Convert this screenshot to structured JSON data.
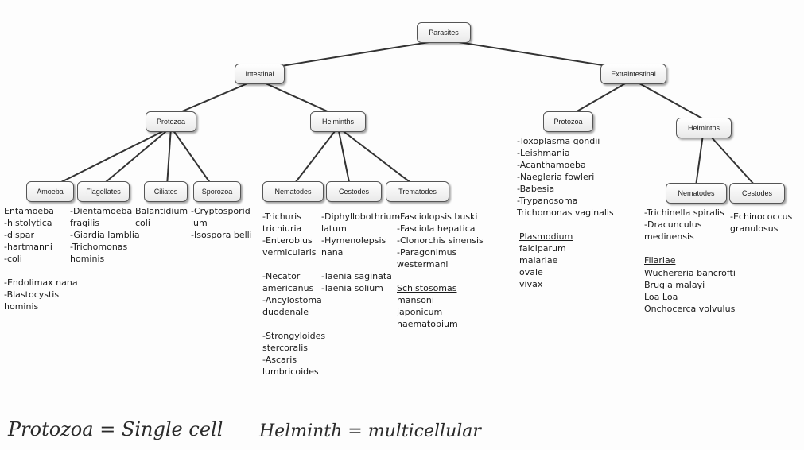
{
  "nodes": {
    "parasites": "Parasites",
    "intestinal": "Intestinal",
    "extraintestinal": "Extraintestinal",
    "int_protozoa": "Protozoa",
    "int_helminths": "Helminths",
    "ext_protozoa": "Protozoa",
    "ext_helminths": "Helminths",
    "amoeba": "Amoeba",
    "flagellates": "Flagellates",
    "ciliates": "Ciliates",
    "sporozoa": "Sporozoa",
    "int_nematodes": "Nematodes",
    "int_cestodes": "Cestodes",
    "trematodes": "Trematodes",
    "ext_nematodes": "Nematodes",
    "ext_cestodes": "Cestodes"
  },
  "lists": {
    "amoeba_heading": "Entamoeba",
    "amoeba": "-histolytica\n-dispar\n-hartmanni\n-coli\n\n-Endolimax nana\n-Blastocystis\nhominis",
    "flagellates": "-Dientamoeba\nfragilis\n-Giardia lamblia\n-Trichomonas\nhominis",
    "ciliates": "Balantidium\ncoli",
    "sporozoa": "-Cryptosporid\nium\n-Isospora belli",
    "int_nematodes": "-Trichuris\ntrichiuria\n-Enterobius\nvermicularis\n\n-Necator\namericanus\n-Ancylostoma\nduodenale\n\n-Strongyloides\nstercoralis\n-Ascaris\nlumbricoides",
    "int_cestodes": "-Diphyllobothrium\nlatum\n-Hymenolepsis\nnana\n\n-Taenia saginata\n-Taenia solium",
    "trematodes": "-Fasciolopsis buski\n-Fasciola hepatica\n-Clonorchis sinensis\n-Paragonimus\nwestermani",
    "schisto_heading": "Schistosomas",
    "schisto": "mansoni\njaponicum\nhaematobium",
    "ext_protozoa": "-Toxoplasma gondii\n-Leishmania\n-Acanthamoeba\n-Naegleria fowleri\n-Babesia\n-Trypanosoma\nTrichomonas vaginalis",
    "plasmodium_heading": "Plasmodium",
    "plasmodium": "falciparum\nmalariae\novale\nvivax",
    "ext_nematodes": "-Trichinella spiralis\n-Dracunculus\nmedinensis",
    "filariae_heading": "Filariae",
    "filariae": "Wuchereria bancrofti\nBrugia malayi\nLoa Loa\nOnchocerca volvulus",
    "ext_cestodes": "-Echinococcus\ngranulosus"
  },
  "notes": {
    "protozoa": "Protozoa = Single cell",
    "helminth": "Helminth = multicellular"
  },
  "colors": {
    "line": "#333333",
    "node_border": "#555555"
  }
}
